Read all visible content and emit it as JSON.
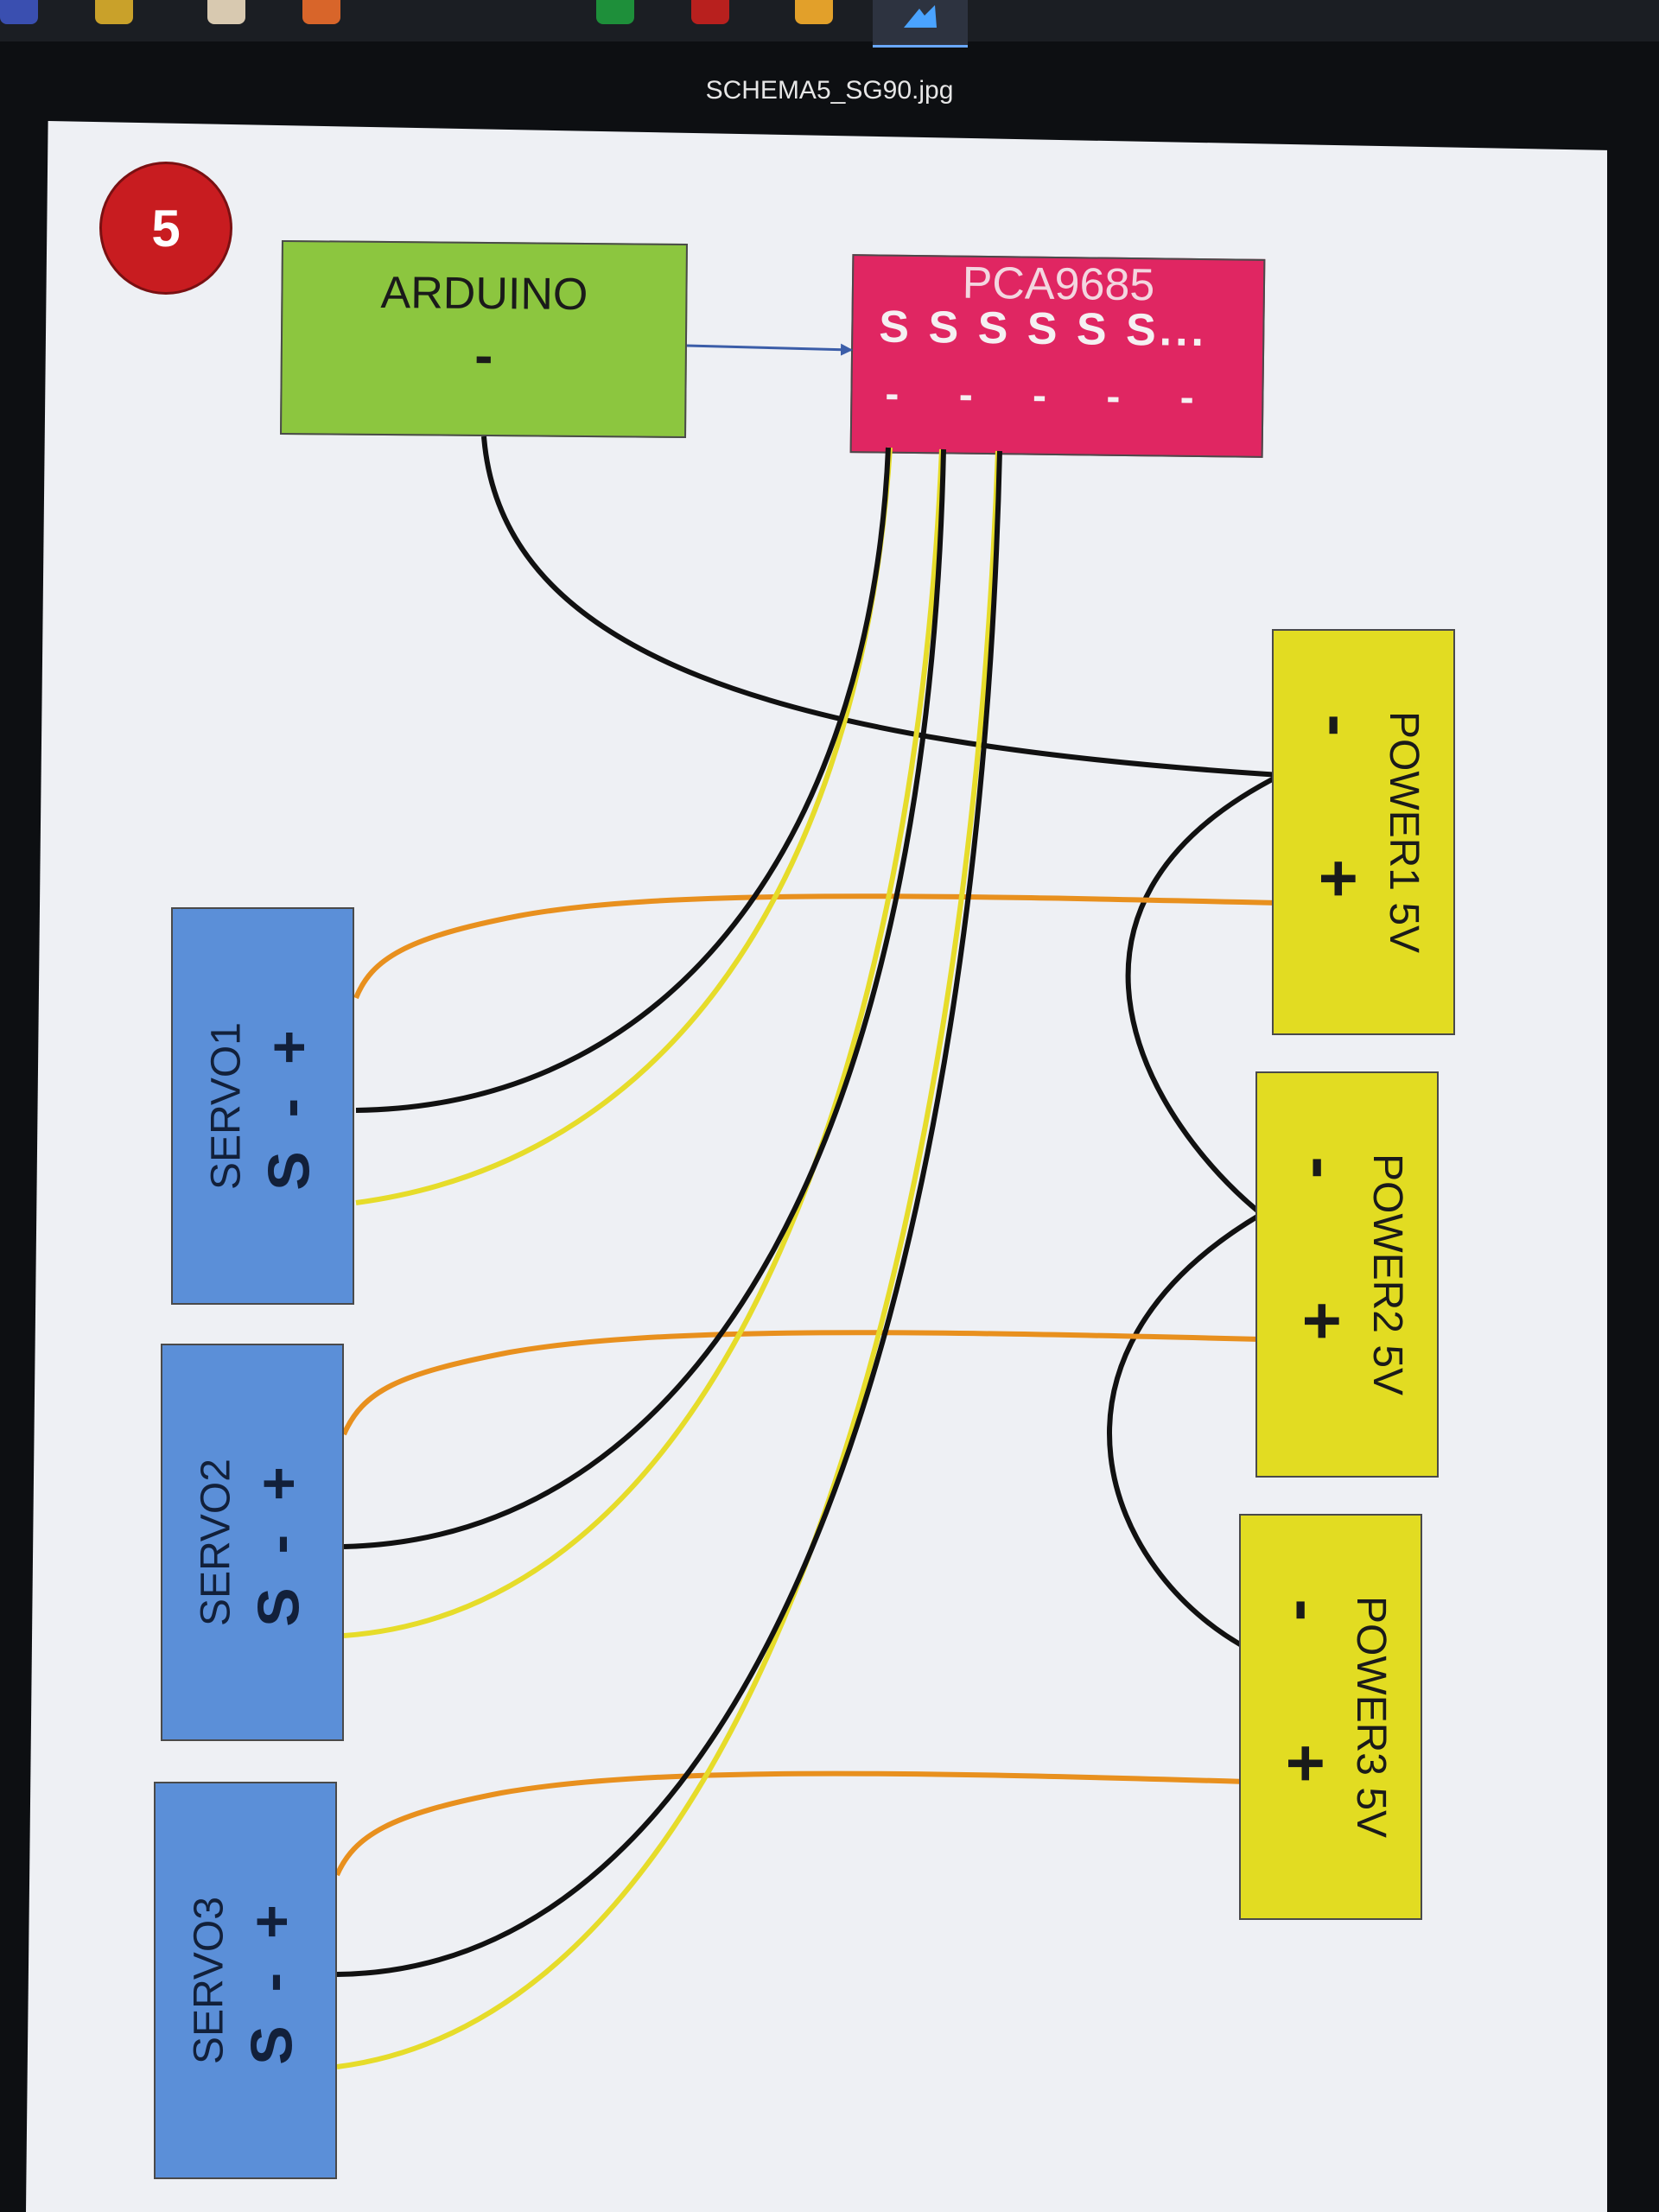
{
  "viewer": {
    "filename": "SCHEMA5_SG90.jpg"
  },
  "diagram": {
    "badge": "5",
    "arduino": {
      "title": "ARDUINO",
      "pin": "-"
    },
    "pca": {
      "title": "PCA9685",
      "signal_pins": "S S S S S S...",
      "ground_pins": "- - - - -"
    },
    "servos": [
      {
        "name": "SERVO1",
        "pins": "S - +"
      },
      {
        "name": "SERVO2",
        "pins": "S - +"
      },
      {
        "name": "SERVO3",
        "pins": "S - +"
      }
    ],
    "powers": [
      {
        "name": "POWER1 5V",
        "pins": "- +"
      },
      {
        "name": "POWER2 5V",
        "pins": "- +"
      },
      {
        "name": "POWER3 5V",
        "pins": "- +"
      }
    ],
    "colors": {
      "ground_wire": "#111111",
      "signal_wire": "#e6dc2a",
      "power_wire": "#e8901e",
      "arrow": "#3b5da8"
    }
  }
}
